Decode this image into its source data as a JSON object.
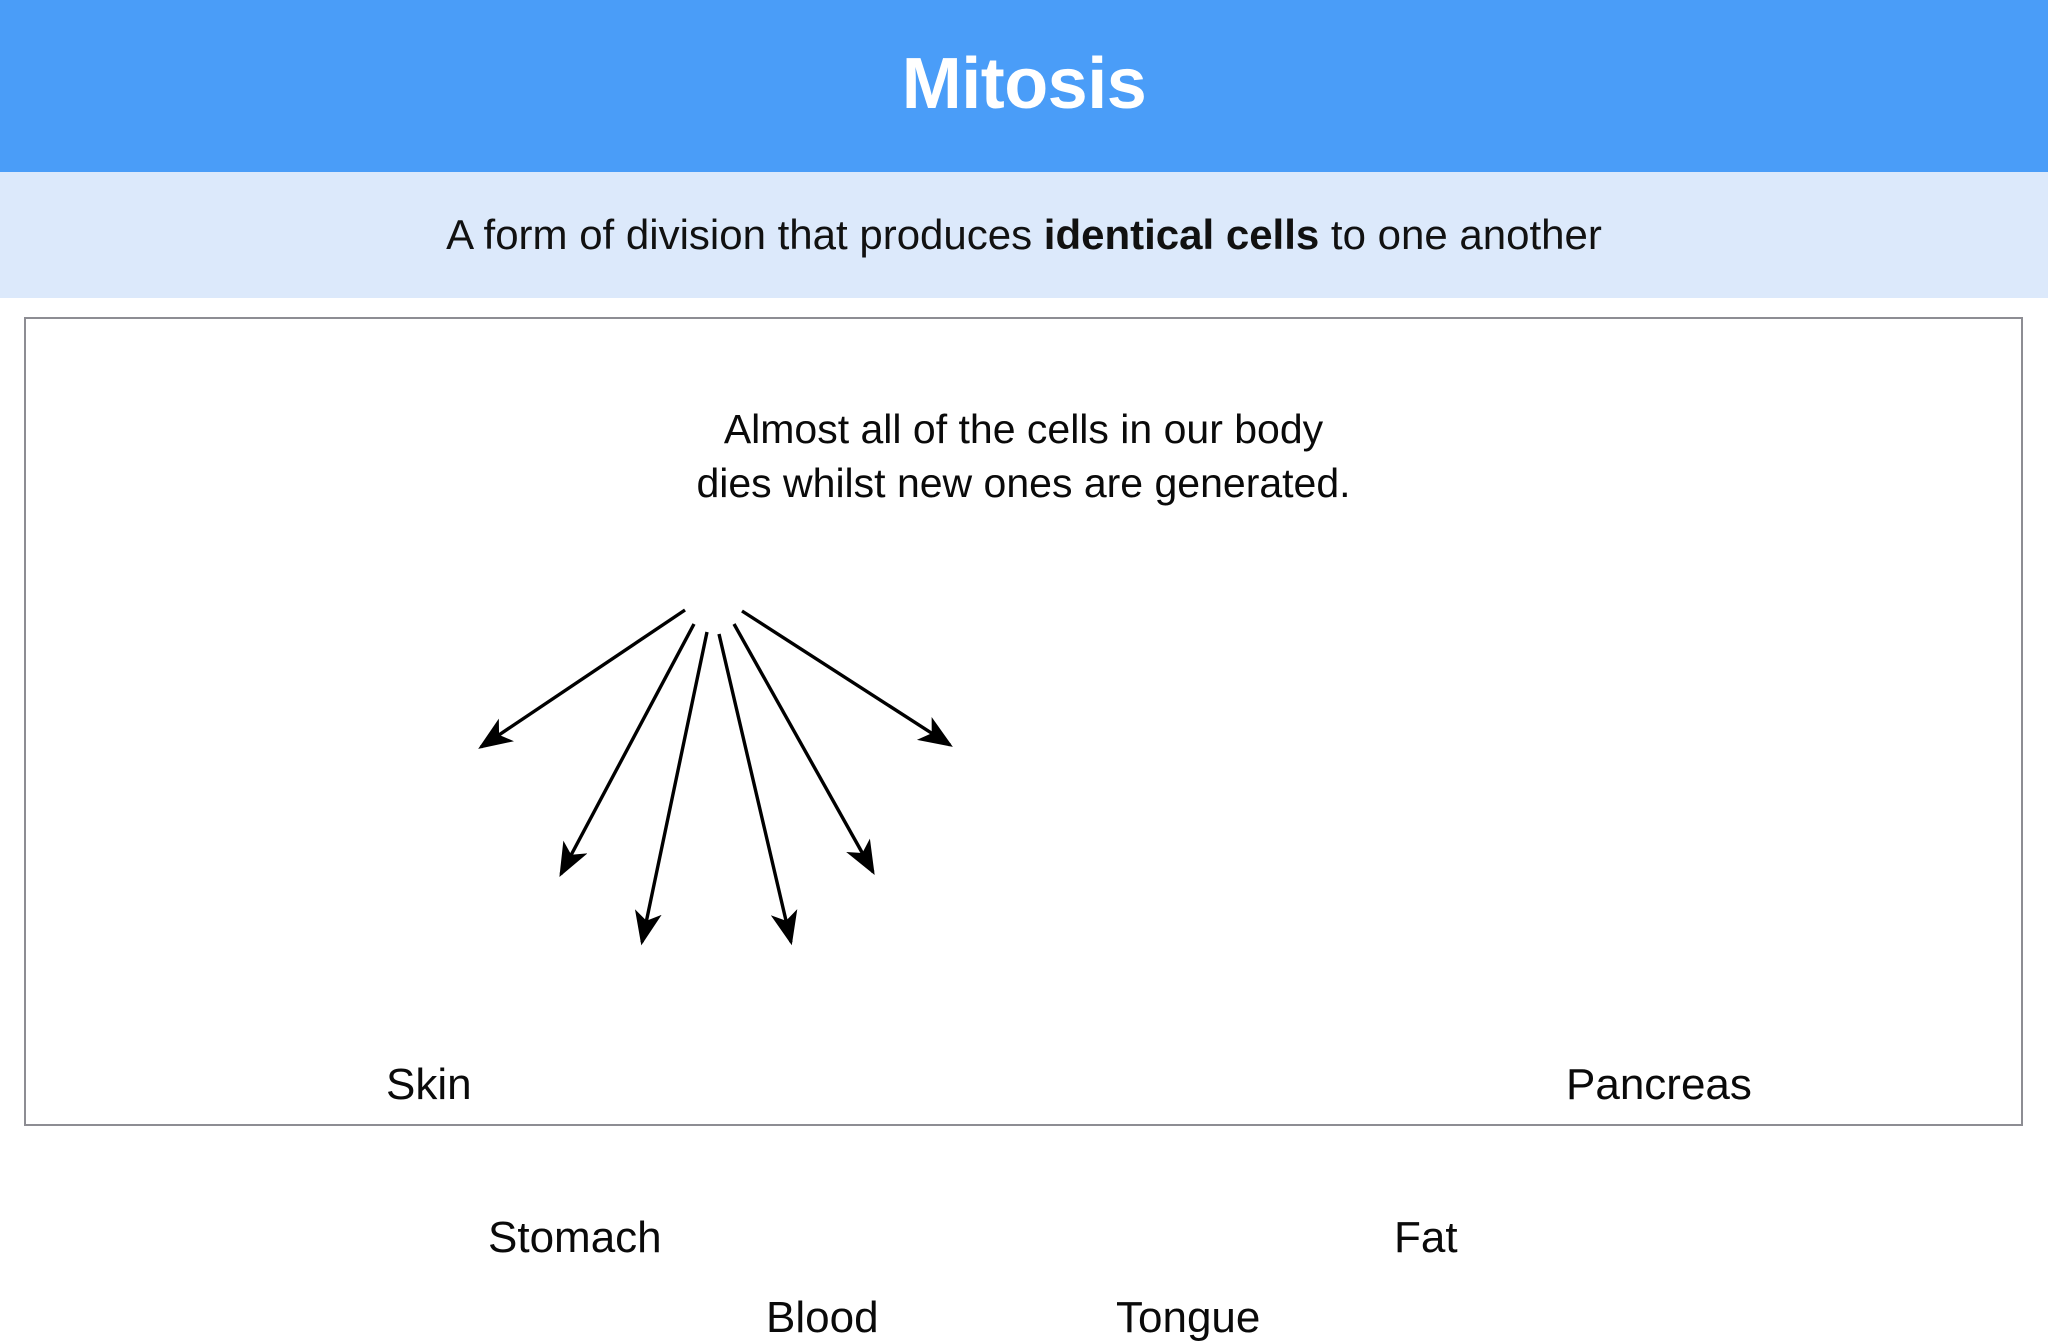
{
  "slide": {
    "title": "Mitosis",
    "subtitle": {
      "before": "A form of division that produces ",
      "emphasis": "identical cells",
      "after": " to one another"
    },
    "body": "Almost all of the cells in our body\ndies whilst new ones are generated.",
    "body_lines": [
      "Almost all of the cells in our body",
      "dies whilst new ones are generated."
    ],
    "organs": [
      {
        "label": "Skin"
      },
      {
        "label": "Stomach"
      },
      {
        "label": "Blood"
      },
      {
        "label": "Tongue"
      },
      {
        "label": "Fat"
      },
      {
        "label": "Pancreas"
      }
    ],
    "colors": {
      "title_bar": "#4A9DF8",
      "title_text": "#FFFFFF",
      "subtitle_band": "#DCE9FB",
      "text": "#0A0A0A",
      "box_border": "#8D8D93",
      "box_background": "#FFFFFF",
      "arrow": "#000000"
    }
  }
}
